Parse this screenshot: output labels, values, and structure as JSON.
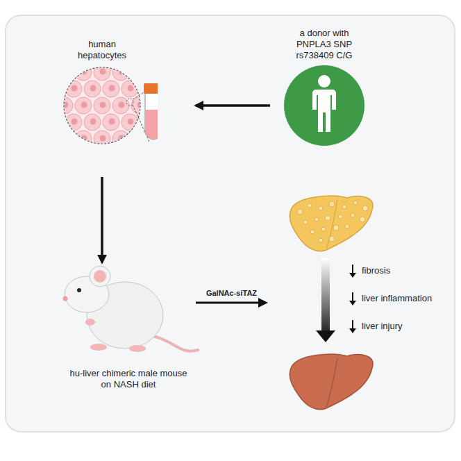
{
  "diagram": {
    "nodes": [
      {
        "text": [
          "human hepatocytes"
        ]
      },
      {
        "text": [
          "a donor with PNPLA3 SNP rs738409 C/G"
        ]
      },
      {
        "text": [
          "hu-liver chimeric male mouse on NASH diet"
        ]
      }
    ],
    "edges": [
      {
        "from": 1,
        "to": 0,
        "arrow": "to"
      },
      {
        "from": 0,
        "to": 2,
        "arrow": "to"
      }
    ],
    "labels": [
      "GalNAc-siTAZ",
      "fibrosis",
      "liver inflammation",
      "liver injury"
    ]
  }
}
